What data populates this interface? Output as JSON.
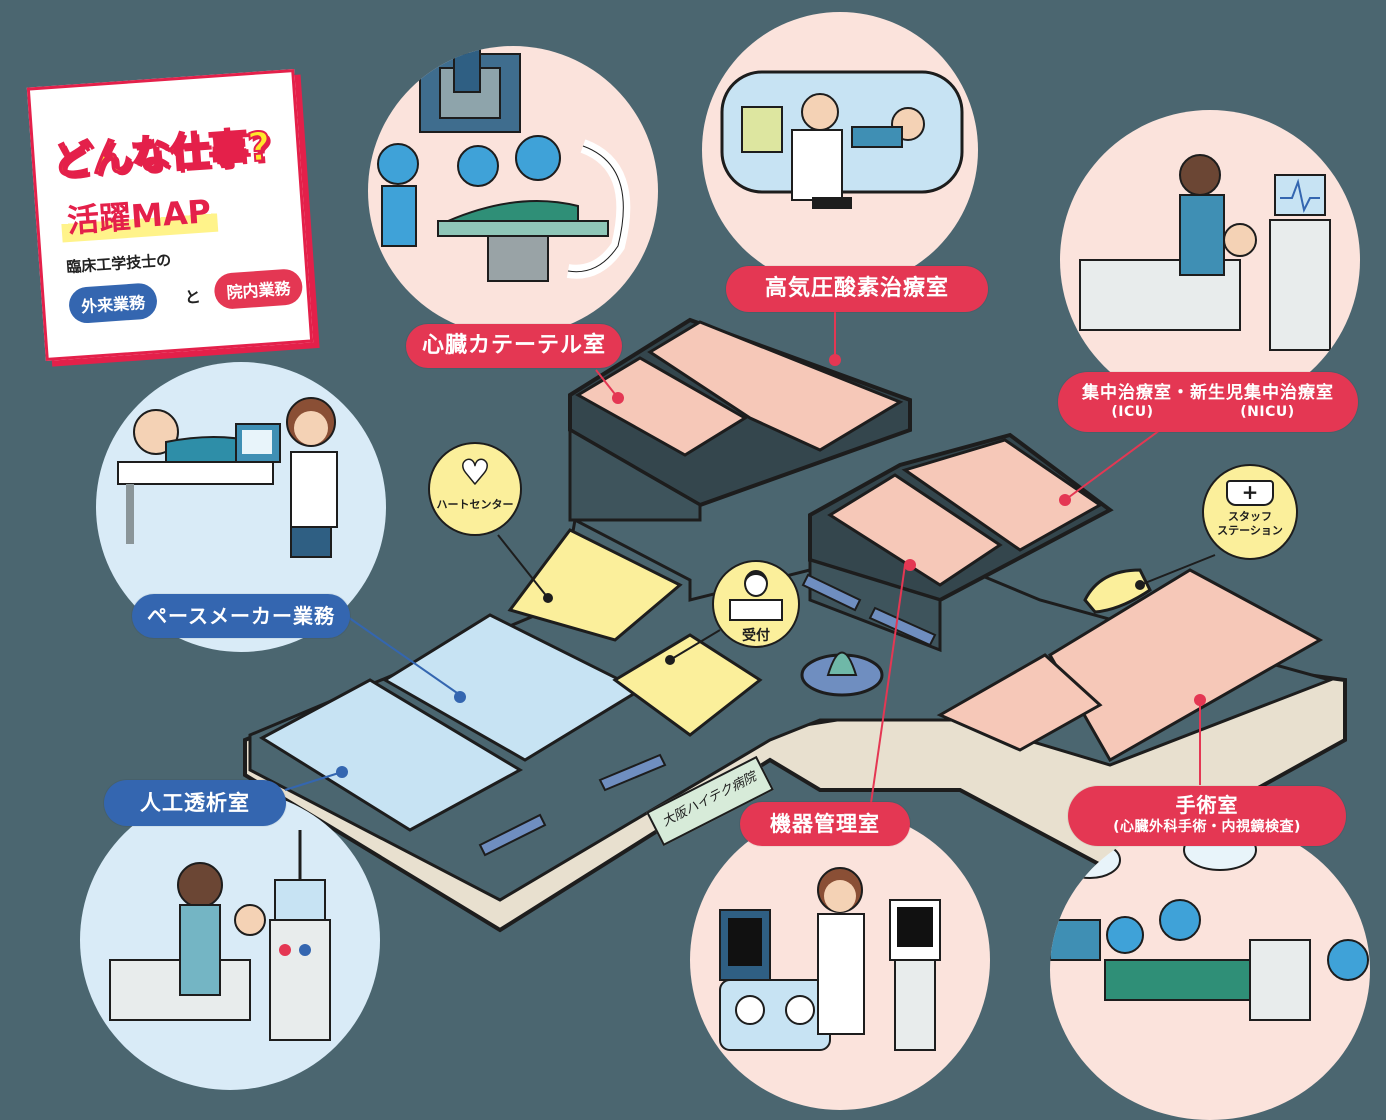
{
  "title_card": {
    "headline": "どんな仕事?",
    "subheadline": "活躍MAP",
    "description": "臨床工学技士の",
    "tag_outpatient": "外来業務",
    "conjunction": "と",
    "tag_inpatient": "院内業務"
  },
  "rooms": [
    {
      "id": "cath-lab",
      "label": "心臓カテーテル室",
      "category": "inpatient",
      "color": "#e43753"
    },
    {
      "id": "hyperbaric",
      "label": "高気圧酸素治療室",
      "category": "inpatient",
      "color": "#e43753"
    },
    {
      "id": "icu",
      "label": "集中治療室・新生児集中治療室",
      "sub_left": "(ICU)",
      "sub_right": "(NICU)",
      "category": "inpatient",
      "color": "#e43753"
    },
    {
      "id": "pacemaker",
      "label": "ペースメーカー業務",
      "category": "outpatient",
      "color": "#3466b0"
    },
    {
      "id": "dialysis",
      "label": "人工透析室",
      "category": "outpatient",
      "color": "#3466b0"
    },
    {
      "id": "equipment",
      "label": "機器管理室",
      "category": "inpatient",
      "color": "#e43753"
    },
    {
      "id": "surgery",
      "label": "手術室",
      "sub": "(心臓外科手術・内視鏡検査)",
      "category": "inpatient",
      "color": "#e43753"
    }
  ],
  "markers": {
    "heart_center": {
      "icon": "heart-icon",
      "label": "ハートセンター"
    },
    "staff_station": {
      "icon": "nurse-cap-cross-icon",
      "label_line1": "スタッフ",
      "label_line2": "ステーション"
    },
    "reception": {
      "icon": "nurse-at-desk-icon",
      "label": "受付"
    }
  },
  "building": {
    "sign": "大阪ハイテク病院"
  },
  "colors": {
    "background": "#4b6670",
    "inpatient_red": "#e43753",
    "outpatient_blue": "#3466b0",
    "marker_yellow": "#fbef9b",
    "room_pink": "#f6c8b8",
    "room_blue": "#c7e3f3",
    "wall": "#e8e0cf"
  }
}
